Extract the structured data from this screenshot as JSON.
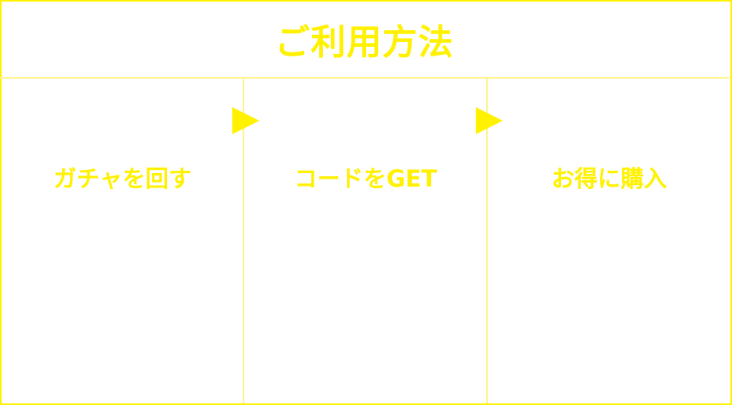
{
  "title": "ご利用方法",
  "steps": [
    {
      "label": "ガチャを回す"
    },
    {
      "label": "コードをGET"
    },
    {
      "label": "お得に購入"
    }
  ],
  "colors": {
    "accent": "#fff100",
    "line": "#fff38a"
  }
}
